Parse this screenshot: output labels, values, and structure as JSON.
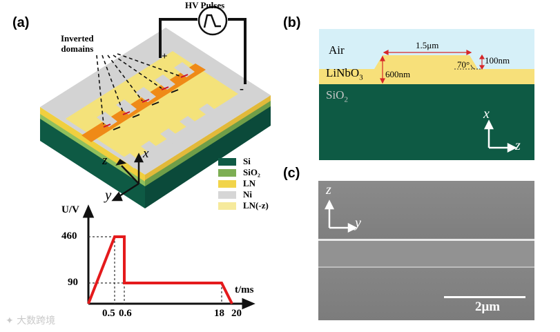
{
  "panel_a": {
    "label": "(a)",
    "hv_label": "HV Pulses",
    "inverted_label_line1": "Inverted",
    "inverted_label_line2": "domains",
    "plus": "+",
    "minus": "-",
    "axis_x": "x",
    "axis_y": "y",
    "axis_z": "z",
    "legend": [
      {
        "label": "Si",
        "color": "#0f5a45"
      },
      {
        "label": "SiO₂",
        "color": "#7dae54"
      },
      {
        "label": "LN",
        "color": "#f1d44a"
      },
      {
        "label": "Ni",
        "color": "#d6d6d6"
      },
      {
        "label": "LN(-z)",
        "color": "#f6ea9c"
      }
    ]
  },
  "pulse_plot": {
    "ylabel": "U/V",
    "xlabel": "t/ms",
    "ytick_460": "460",
    "ytick_90": "90",
    "xtick_05": "0.5",
    "xtick_06": "0.6",
    "xtick_18": "18",
    "xtick_20": "20"
  },
  "panel_b": {
    "label": "(b)",
    "air": "Air",
    "linbo3": "LiNbO",
    "linbo3_sub": "3",
    "sio2": "SiO",
    "sio2_sub": "2",
    "width": "1.5μm",
    "angle": "70°",
    "ridge_height": "100nm",
    "film_thickness": "600nm",
    "axis_x": "x",
    "axis_z": "z"
  },
  "panel_c": {
    "label": "(c)",
    "axis_z": "z",
    "axis_y": "y",
    "scale_bar": "2μm"
  },
  "watermark": "大数跨境"
}
